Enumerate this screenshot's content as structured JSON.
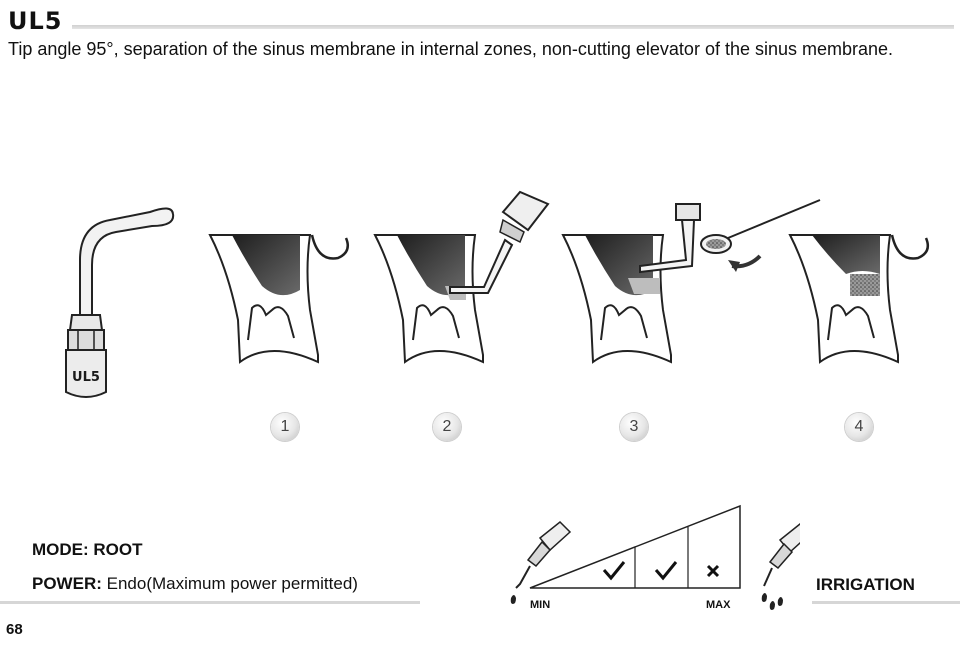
{
  "header": {
    "code": "UL5",
    "description": "Tip angle 95°, separation of the sinus membrane in internal zones, non-cutting elevator of the sinus membrane."
  },
  "tool": {
    "label": "UL5"
  },
  "steps": [
    "1",
    "2",
    "3",
    "4"
  ],
  "settings": {
    "mode_label": "MODE: ROOT",
    "power_label": "POWER:",
    "power_value": "Endo(Maximum power permitted)",
    "irrigation_label": "IRRIGATION"
  },
  "power_scale": {
    "min_label": "MIN",
    "max_label": "MAX",
    "marks": [
      "check",
      "check",
      "cross"
    ]
  },
  "page_number": "68"
}
